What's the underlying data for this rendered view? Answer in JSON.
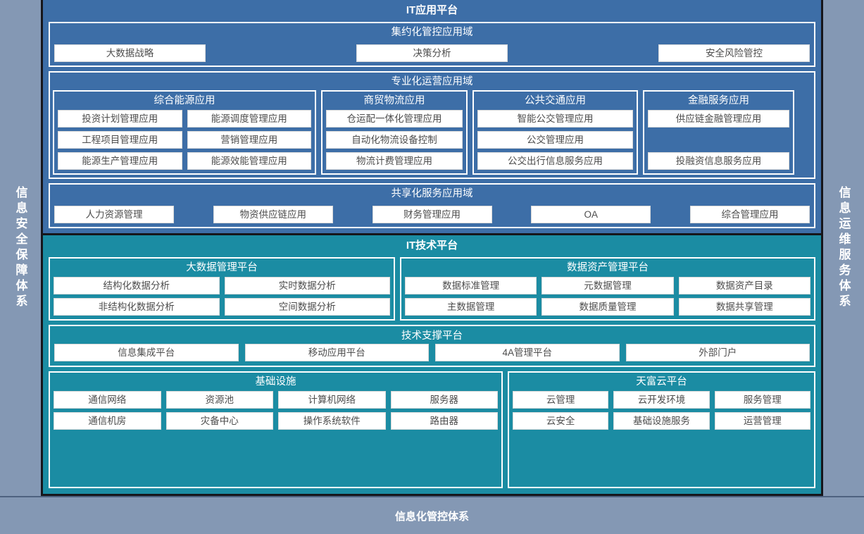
{
  "colors": {
    "page_background": "#8498b4",
    "application_platform": "#3d6ea7",
    "technology_platform": "#1b8ca3",
    "chip_fill": "#ffffff",
    "chip_text": "#4d4d4d",
    "outline": "#16161b"
  },
  "side_bands": {
    "left": {
      "label": "信息安全保障体系"
    },
    "right": {
      "label": "信息运维服务体系"
    }
  },
  "bottom_banner": {
    "label": "信息化管控体系"
  },
  "application_platform": {
    "title": "IT应用平台",
    "domains": [
      {
        "title": "集约化管控应用域",
        "layout": "row",
        "items": [
          "大数据战略",
          "决策分析",
          "安全风险管控"
        ]
      },
      {
        "title": "专业化运营应用域",
        "layout": "groups",
        "groups": [
          {
            "title": "综合能源应用",
            "columns": 2,
            "items": [
              "投资计划管理应用",
              "能源调度管理应用",
              "工程项目管理应用",
              "营销管理应用",
              "能源生产管理应用",
              "能源效能管理应用"
            ]
          },
          {
            "title": "商贸物流应用",
            "columns": 1,
            "items": [
              "仓运配一体化管理应用",
              "自动化物流设备控制",
              "物流计费管理应用"
            ]
          },
          {
            "title": "公共交通应用",
            "columns": 1,
            "items": [
              "智能公交管理应用",
              "公交管理应用",
              "公交出行信息服务应用"
            ]
          },
          {
            "title": "金融服务应用",
            "columns": 1,
            "items": [
              "供应链金融管理应用",
              "",
              "投融资信息服务应用"
            ]
          }
        ]
      },
      {
        "title": "共享化服务应用域",
        "layout": "row",
        "items": [
          "人力资源管理",
          "物资供应链应用",
          "财务管理应用",
          "OA",
          "综合管理应用"
        ]
      }
    ]
  },
  "technology_platform": {
    "title": "IT技术平台",
    "top_groups": [
      {
        "title": "大数据管理平台",
        "columns": 2,
        "items": [
          "结构化数据分析",
          "实时数据分析",
          "非结构化数据分析",
          "空间数据分析"
        ]
      },
      {
        "title": "数据资产管理平台",
        "columns": 3,
        "items": [
          "数据标准管理",
          "元数据管理",
          "数据资产目录",
          "主数据管理",
          "数据质量管理",
          "数据共享管理"
        ]
      }
    ],
    "support_platform": {
      "title": "技术支撑平台",
      "items": [
        "信息集成平台",
        "移动应用平台",
        "4A管理平台",
        "外部门户"
      ]
    },
    "bottom_groups": [
      {
        "title": "基础设施",
        "columns": 4,
        "items": [
          "通信网络",
          "资源池",
          "计算机网络",
          "服务器",
          "通信机房",
          "灾备中心",
          "操作系统软件",
          "路由器"
        ]
      },
      {
        "title": "天富云平台",
        "columns": 3,
        "items": [
          "云管理",
          "云开发环境",
          "服务管理",
          "云安全",
          "基础设施服务",
          "运营管理"
        ]
      }
    ]
  }
}
